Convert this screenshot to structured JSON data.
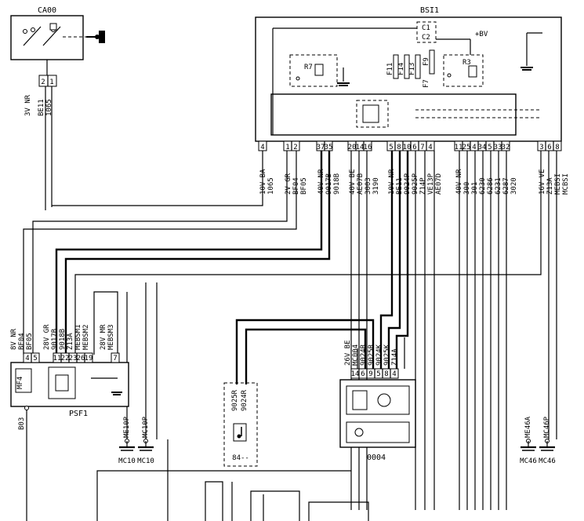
{
  "components": {
    "ca00": {
      "label": "CA00",
      "pin_text": [
        "2",
        "1"
      ],
      "wire_labels": [
        "3V NR",
        "BE11",
        "1065"
      ]
    },
    "bsi1": {
      "label": "BSI1",
      "relays": [
        "R7",
        "R3"
      ],
      "fuses": [
        "F11",
        "F14",
        "F13",
        "F9",
        "F7"
      ],
      "inner": [
        "C1",
        "C2"
      ],
      "supply": "+BV",
      "connectors": [
        {
          "pins": [
            "4"
          ],
          "lines": [
            "10V BA",
            "1065"
          ]
        },
        {
          "pins": [
            "1",
            "2"
          ],
          "lines": [
            "2V GR",
            "BF04",
            "BF05"
          ]
        },
        {
          "pins": [
            "37",
            "35"
          ],
          "lines": [
            "40V NR",
            "9017B",
            "9018B"
          ]
        },
        {
          "pins": [
            "20",
            "14",
            "16"
          ],
          "lines": [
            "40V BE",
            "AE07B",
            "3003",
            "3190"
          ]
        },
        {
          "pins": [
            "5",
            "8",
            "10",
            "6",
            "7",
            "4"
          ],
          "lines": [
            "10V NR",
            "BE11",
            "9024P",
            "9025P",
            "Z14P",
            "VE13P",
            "AE07D"
          ]
        },
        {
          "pins": [
            "11",
            "25",
            "4",
            "34",
            "5",
            "33",
            "32"
          ],
          "lines": [
            "40V NR",
            "300",
            "301",
            "6230",
            "6286",
            "6231",
            "6287",
            "3020"
          ]
        },
        {
          "pins": [
            "3",
            "6",
            "8"
          ],
          "lines": [
            "16V VE",
            "Z13A",
            "MEBSI",
            "MCBSI"
          ]
        }
      ]
    },
    "psf1": {
      "label": "PSF1",
      "ground": "B03",
      "mf4": "MF4",
      "conn_left": {
        "pins": [
          "4",
          "5"
        ],
        "lines": [
          "8V NR",
          "BF04",
          "BF05"
        ]
      },
      "conn_mid": {
        "pins": [
          "11",
          "22",
          "23",
          "26",
          "19"
        ],
        "lines": [
          "28V GR",
          "9017B",
          "9018B",
          "Z13A",
          "MEBSM1",
          "MEBSM2"
        ]
      },
      "conn_right": {
        "pins": [
          "7"
        ],
        "lines": [
          "28V MR",
          "MEBSM3"
        ]
      }
    },
    "b4": {
      "label": "84--",
      "lines": [
        "9025R",
        "9024R"
      ]
    },
    "c0004": {
      "label": "0004",
      "pins": [
        "14",
        "6",
        "9",
        "5",
        "8",
        "4"
      ],
      "lines": [
        "26V BE",
        "MC004",
        "9024R",
        "9025R",
        "9024K",
        "9025K",
        "Z14A"
      ]
    },
    "grounds": [
      {
        "points": [
          "ME10P"
        ],
        "label": "MC10"
      },
      {
        "points": [
          "MC10P"
        ],
        "label": "MC10"
      },
      {
        "points": [
          "ME46A"
        ],
        "label": "MC46"
      },
      {
        "points": [
          "MC46P"
        ],
        "label": "MC46"
      }
    ]
  }
}
